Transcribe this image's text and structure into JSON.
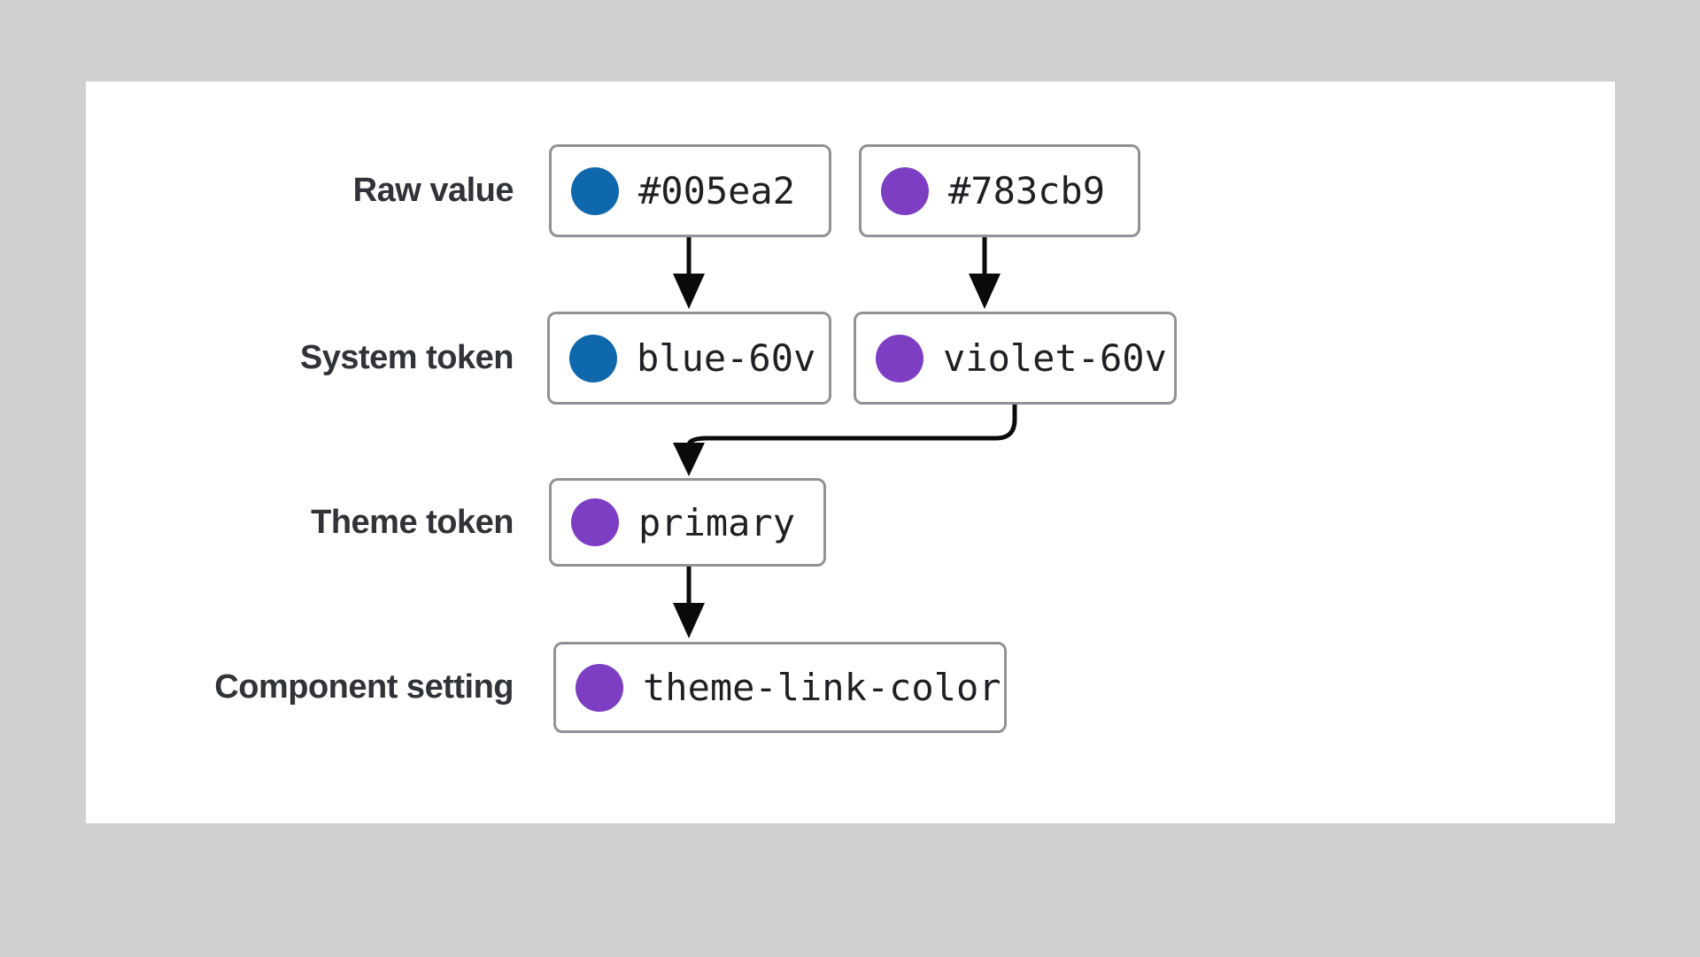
{
  "canvas": {
    "background": "#d0d0d0",
    "card_background": "#ffffff"
  },
  "colors": {
    "blue": "#0f67ac",
    "violet": "#7d3ec3",
    "box_border": "#909295",
    "arrow": "#0a0a0a",
    "label_text": "#303337",
    "token_text": "#1f2023"
  },
  "rows": [
    {
      "label": "Raw value",
      "boxes": [
        {
          "dot": "blue",
          "text": "#005ea2"
        },
        {
          "dot": "violet",
          "text": "#783cb9"
        }
      ]
    },
    {
      "label": "System token",
      "boxes": [
        {
          "dot": "blue",
          "text": "blue-60v"
        },
        {
          "dot": "violet",
          "text": "violet-60v"
        }
      ]
    },
    {
      "label": "Theme token",
      "boxes": [
        {
          "dot": "violet",
          "text": "primary"
        }
      ]
    },
    {
      "label": "Component setting",
      "boxes": [
        {
          "dot": "violet",
          "text": "theme-link-color"
        }
      ]
    }
  ],
  "connections": [
    {
      "from": "#005ea2",
      "to": "blue-60v"
    },
    {
      "from": "#783cb9",
      "to": "violet-60v"
    },
    {
      "from": "violet-60v",
      "to": "primary"
    },
    {
      "from": "primary",
      "to": "theme-link-color"
    }
  ]
}
